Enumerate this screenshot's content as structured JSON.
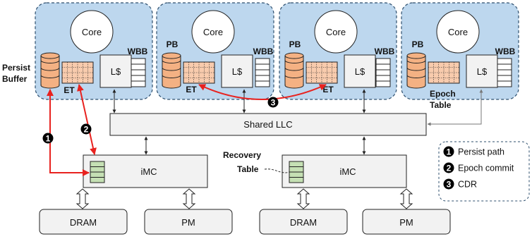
{
  "core_label": "Core",
  "l1_label": "L$",
  "wbb_label": "WBB",
  "pb_label": "PB",
  "et_label": "ET",
  "persist_buffer_label": [
    "Persist",
    "Buffer"
  ],
  "epoch_table_label": [
    "Epoch",
    "Table"
  ],
  "shared_llc_label": "Shared LLC",
  "imc_label": "iMC",
  "recovery_table_label": [
    "Recovery",
    "Table"
  ],
  "dram_label": "DRAM",
  "pm_label": "PM",
  "markers": [
    "1",
    "2",
    "3"
  ],
  "legend": [
    {
      "num": "1",
      "text": "Persist path"
    },
    {
      "num": "2",
      "text": "Epoch commit"
    },
    {
      "num": "3",
      "text": "CDR"
    }
  ],
  "colors": {
    "core_tile_fill": "#bdd7ee",
    "pb_fill": "#f4b183",
    "et_fill": "#f8cbad",
    "recovery_table_fill": "#c5e0b4",
    "red_arrow": "#e8221f",
    "box_fill": "#f2f2f2",
    "marker_fill": "#000000"
  }
}
